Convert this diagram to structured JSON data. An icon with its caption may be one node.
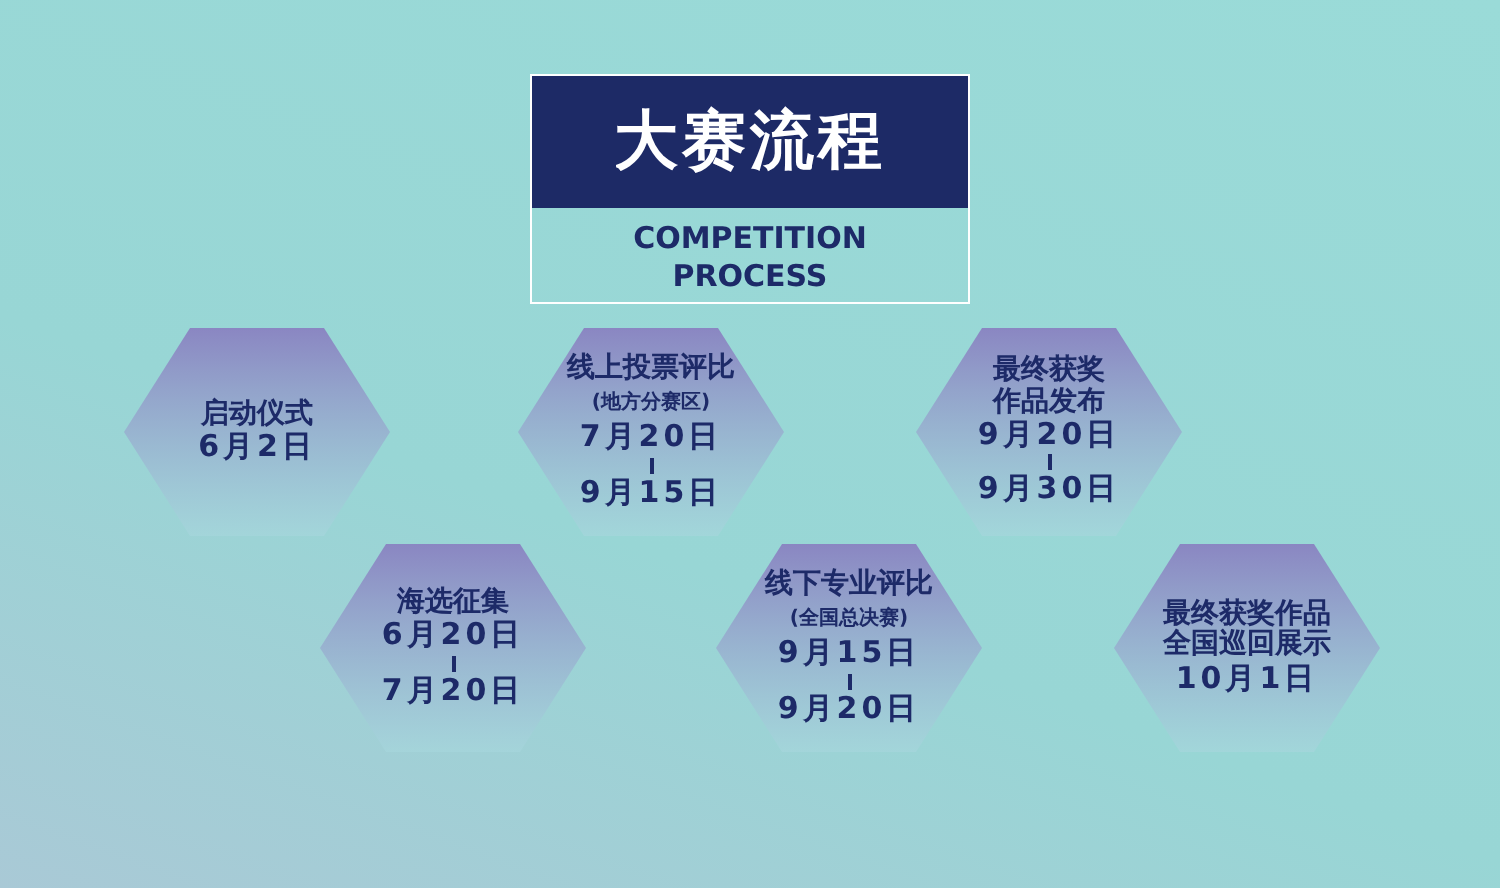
{
  "diagram": {
    "nodes": [
      {
        "text": [
          "大赛流程",
          "COMPETITION PROCESS"
        ]
      },
      {
        "text": [
          "启动仪式",
          "6月2日"
        ]
      },
      {
        "text": [
          "海选征集",
          "6月20日",
          "7月20日"
        ]
      },
      {
        "text": [
          "线上投票评比",
          "(地方分赛区)",
          "7月20日",
          "9月15日"
        ]
      },
      {
        "text": [
          "线下专业评比",
          "(全国总决赛)",
          "9月15日",
          "9月20日"
        ]
      },
      {
        "text": [
          "最终获奖作品发布",
          "9月20日",
          "9月30日"
        ]
      },
      {
        "text": [
          "最终获奖作品全国巡回展示",
          "10月1日"
        ]
      }
    ]
  }
}
